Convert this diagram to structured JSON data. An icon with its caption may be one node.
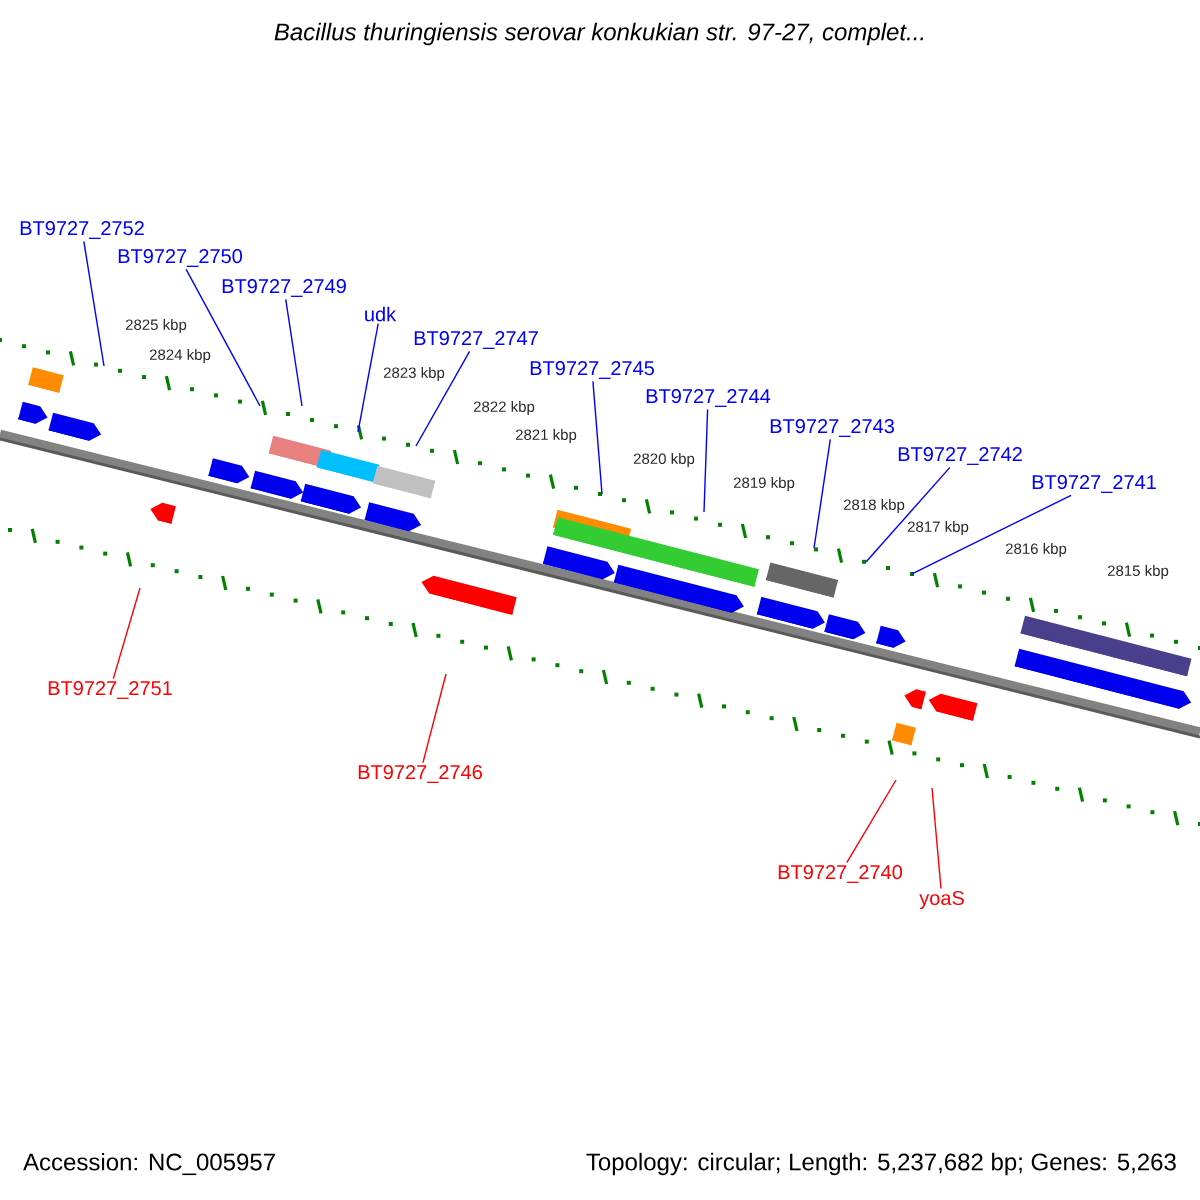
{
  "diagram": {
    "title": "Bacillus thuringiensis serovar konkukian str. 97-27, complet...",
    "nodes": [
      {
        "text": [
          "BT9727_2752"
        ]
      },
      {
        "text": [
          "BT9727_2750"
        ]
      },
      {
        "text": [
          "BT9727_2749"
        ]
      },
      {
        "text": [
          "udk"
        ]
      },
      {
        "text": [
          "BT9727_2747"
        ]
      },
      {
        "text": [
          "BT9727_2745"
        ]
      },
      {
        "text": [
          "BT9727_2744"
        ]
      },
      {
        "text": [
          "BT9727_2743"
        ]
      },
      {
        "text": [
          "BT9727_2742"
        ]
      },
      {
        "text": [
          "BT9727_2741"
        ]
      },
      {
        "text": [
          "BT9727_2751"
        ]
      },
      {
        "text": [
          "BT9727_2746"
        ]
      },
      {
        "text": [
          "BT9727_2740"
        ]
      },
      {
        "text": [
          "yoaS"
        ]
      }
    ],
    "edges": [
      {
        "from": 0,
        "to": null,
        "arrow": "none"
      },
      {
        "from": 1,
        "to": null,
        "arrow": "none"
      },
      {
        "from": 2,
        "to": null,
        "arrow": "none"
      },
      {
        "from": 3,
        "to": null,
        "arrow": "none"
      },
      {
        "from": 4,
        "to": null,
        "arrow": "none"
      },
      {
        "from": 5,
        "to": null,
        "arrow": "none"
      },
      {
        "from": 6,
        "to": null,
        "arrow": "none"
      },
      {
        "from": 7,
        "to": null,
        "arrow": "none"
      },
      {
        "from": 8,
        "to": null,
        "arrow": "none"
      },
      {
        "from": 9,
        "to": null,
        "arrow": "none"
      },
      {
        "from": 10,
        "to": null,
        "arrow": "none",
        "color": "#ff0000"
      },
      {
        "from": 11,
        "to": null,
        "arrow": "none",
        "color": "#ff0000"
      },
      {
        "from": 12,
        "to": null,
        "arrow": "none",
        "color": "#ff0000"
      },
      {
        "from": 13,
        "to": null,
        "arrow": "none",
        "color": "#ff0000"
      }
    ],
    "labels": [
      "2825 kbp",
      "2824 kbp",
      "2823 kbp",
      "2822 kbp",
      "2821 kbp",
      "2820 kbp",
      "2819 kbp",
      "2818 kbp",
      "2817 kbp",
      "2816 kbp",
      "2815 kbp",
      "Accession: NC_005957",
      "Topology: circular; Length: 5,237,682 bp; Genes: 5,263"
    ]
  }
}
